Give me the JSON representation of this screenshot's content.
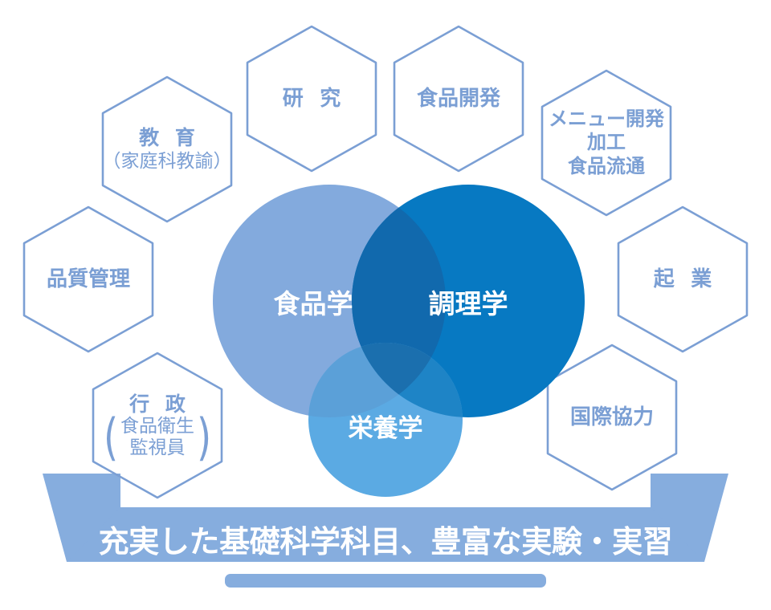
{
  "diagram": {
    "title_banner": "充実した基礎科学科目、豊富な実験・実習",
    "colors": {
      "hex_stroke": "#7B9FD4",
      "hex_text": "#7B9FD4",
      "circle_food": "#83AADD",
      "circle_cooking": "#0779C2",
      "circle_nutrition": "#5BAAE3",
      "overlap_food_cooking": "#1169AD",
      "banner": "#86ADDE",
      "background": "#FFFFFF",
      "label_text": "#FFFFFF"
    },
    "circles": [
      {
        "id": "food-science",
        "label": "食品学",
        "color": "#83AADD"
      },
      {
        "id": "cooking-science",
        "label": "調理学",
        "color": "#0779C2"
      },
      {
        "id": "nutrition-science",
        "label": "栄養学",
        "color": "#5BAAE3"
      }
    ],
    "hexagons": [
      {
        "id": "education",
        "lines": [
          "教 育",
          "（家庭科教諭）"
        ]
      },
      {
        "id": "research",
        "lines": [
          "研 究"
        ]
      },
      {
        "id": "food-development",
        "lines": [
          "食品開発"
        ]
      },
      {
        "id": "menu-development",
        "lines": [
          "メニュー開発",
          "加工",
          "食品流通"
        ]
      },
      {
        "id": "entrepreneurship",
        "lines": [
          "起 業"
        ]
      },
      {
        "id": "intl-cooperation",
        "lines": [
          "国際協力"
        ]
      },
      {
        "id": "public-admin",
        "lines": [
          "行 政",
          "食品衛生",
          "監視員"
        ]
      },
      {
        "id": "quality-control",
        "lines": [
          "品質管理"
        ]
      }
    ],
    "labels": {
      "education_line1": "教 育",
      "education_line2": "（家庭科教諭）",
      "research": "研 究",
      "food_development": "食品開発",
      "menu_line1": "メニュー開発",
      "menu_line2": "加工",
      "menu_line3": "食品流通",
      "entrepreneurship": "起 業",
      "intl_cooperation": "国際協力",
      "admin_line1": "行 政",
      "admin_line2": "食品衛生",
      "admin_line3": "監視員",
      "admin_paren_left": "(",
      "admin_paren_right": ")",
      "quality_control": "品質管理",
      "circle_food": "食品学",
      "circle_cooking": "調理学",
      "circle_nutrition": "栄養学"
    }
  }
}
